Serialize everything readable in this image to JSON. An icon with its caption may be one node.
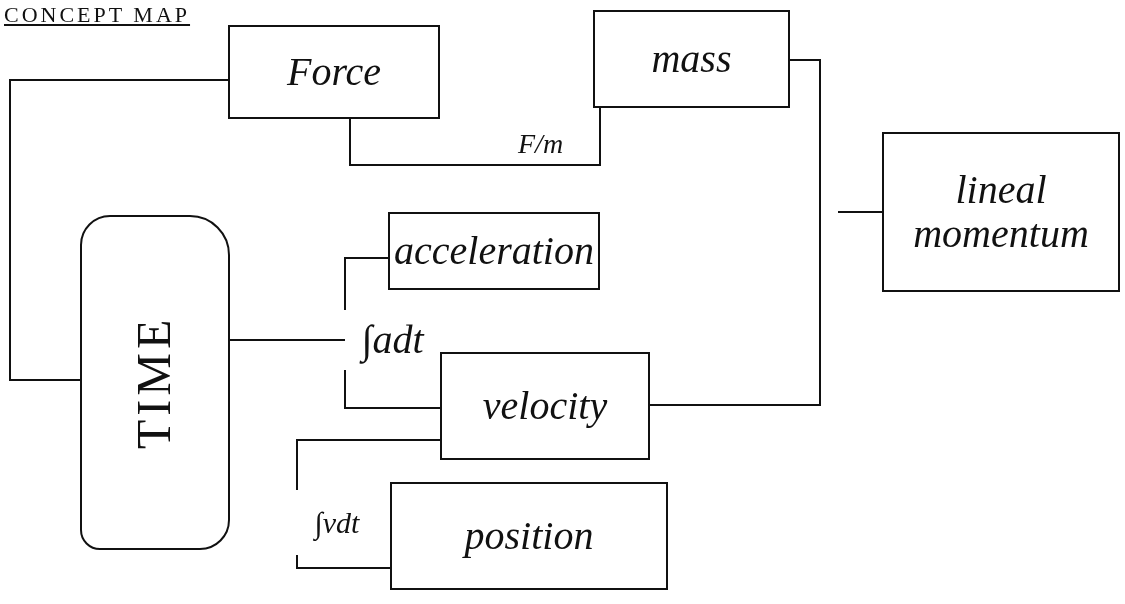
{
  "diagram": {
    "title": "CONCEPT MAP",
    "nodes": [
      {
        "text": [
          "Force"
        ]
      },
      {
        "text": [
          "mass"
        ]
      },
      {
        "text": [
          "TIME"
        ]
      },
      {
        "text": [
          "acceleration"
        ]
      },
      {
        "text": [
          "velocity"
        ]
      },
      {
        "text": [
          "position"
        ]
      },
      {
        "text": [
          "lineal momentum"
        ]
      },
      {
        "text": [
          "∫adt"
        ]
      },
      {
        "text": [
          "∫vdt"
        ]
      }
    ],
    "edges": [
      {
        "from": 0,
        "to": 2,
        "arrow": "none"
      },
      {
        "from": 0,
        "to": 1,
        "arrow": "none",
        "label": "F/m"
      },
      {
        "from": 1,
        "to": 4,
        "arrow": "none"
      },
      {
        "from": null,
        "to": 6,
        "arrow": "none"
      },
      {
        "from": 2,
        "to": 7,
        "arrow": "none"
      },
      {
        "from": 3,
        "to": 7,
        "arrow": "none"
      },
      {
        "from": 7,
        "to": 4,
        "arrow": "none"
      },
      {
        "from": 4,
        "to": 8,
        "arrow": "none"
      },
      {
        "from": 8,
        "to": 5,
        "arrow": "none"
      }
    ]
  }
}
